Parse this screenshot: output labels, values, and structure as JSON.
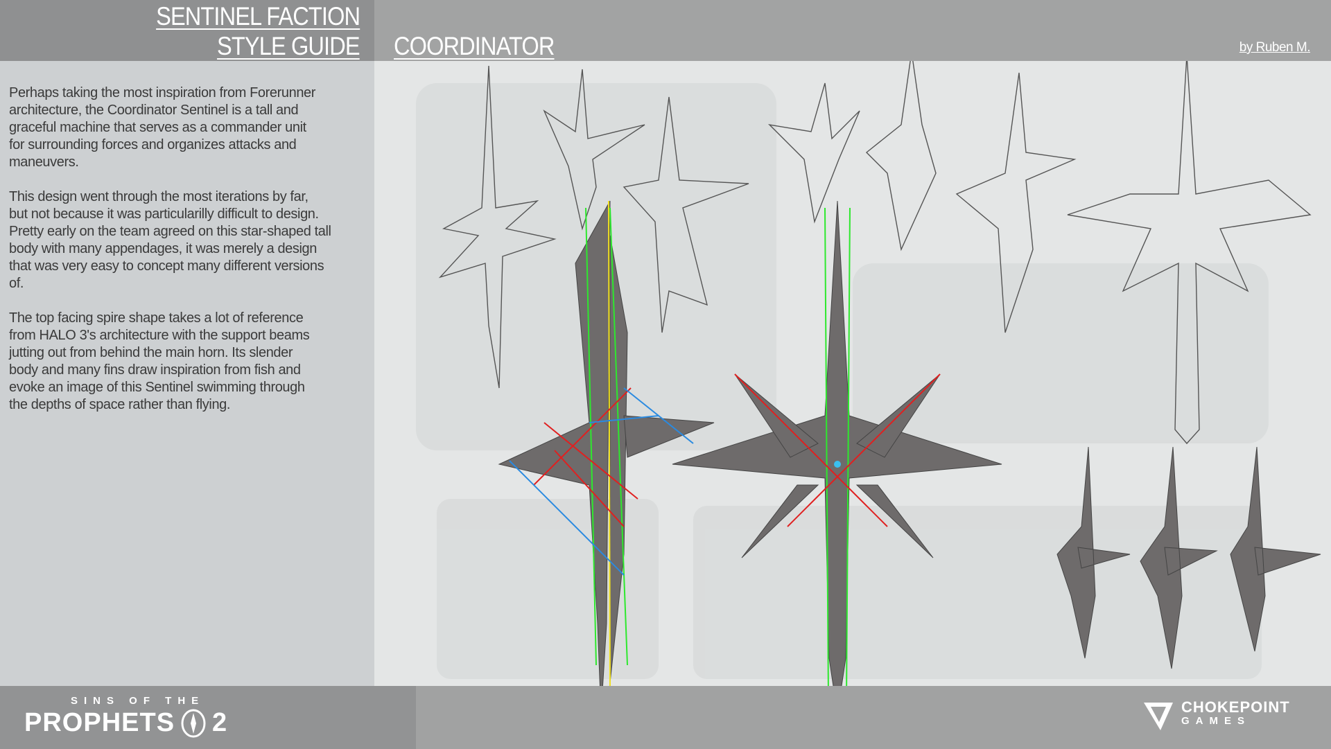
{
  "header": {
    "title_line1": "SENTINEL FACTION",
    "title_line2": "STYLE GUIDE",
    "unit_name": "COORDINATOR",
    "byline": "by Ruben M."
  },
  "description": {
    "paragraphs": [
      [
        "Perhaps taking the most inspiration from Forerunner",
        "architecture, the Coordinator Sentinel is a tall and",
        "graceful machine that serves as a commander unit",
        "for surrounding forces and organizes attacks and",
        "maneuvers."
      ],
      [
        "This design went through the most iterations by far,",
        "but not because it was particularilly difficult to design.",
        "Pretty early on the team agreed on this star-shaped tall",
        "body with many appendages, it was merely a design",
        "that was very easy to concept many different versions",
        "of."
      ],
      [
        "The top facing spire shape takes a lot of reference",
        "from HALO 3's architecture with the support beams",
        "jutting out from behind the main horn. Its slender",
        "body and many fins draw inspiration from fish and",
        "evoke an image of this Sentinel swimming through",
        "the depths of space rather than flying."
      ]
    ]
  },
  "footer": {
    "game_logo_top": "SINS OF THE",
    "game_logo_main": "PROPHETS",
    "game_logo_number": "2",
    "studio_name_line1": "CHOKEPOINT",
    "studio_name_line2": "GAMES"
  },
  "colors": {
    "header": "#a2a3a3",
    "sidebar": "#cdd0d2",
    "canvas": "#e4e6e6",
    "ship_body": "#6e6b6b",
    "guide_green": "#2ee82e",
    "guide_red": "#e02020",
    "guide_blue": "#2a8ae0",
    "guide_yellow": "#f0e020"
  }
}
